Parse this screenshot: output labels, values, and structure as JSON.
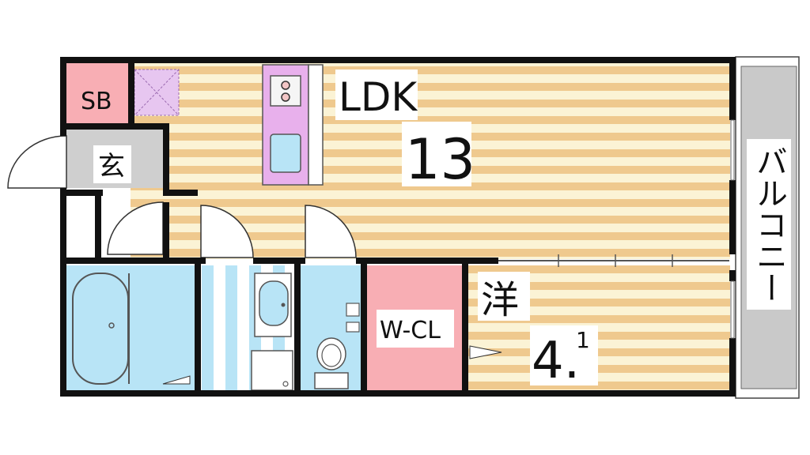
{
  "rooms": {
    "ldk": {
      "name": "LDK",
      "size": "13"
    },
    "western": {
      "name": "洋",
      "size_whole": "4.",
      "size_fraction": "1"
    },
    "walk_in_closet": {
      "name": "W-CL"
    },
    "shoe_box": {
      "name": "SB"
    },
    "entrance": {
      "name": "玄"
    },
    "balcony": {
      "name": "バルコニー"
    }
  },
  "colors": {
    "floor_wood_light": "#fbf3d5",
    "floor_wood_dark": "#efc98e",
    "closet_pink": "#f8aeb4",
    "wet_area_blue": "#b8e4f6",
    "kitchen_purple": "#e8b0ec",
    "balcony_gray": "#c9c9c9",
    "entrance_gray": "#cfcfcf",
    "wall": "#111111"
  }
}
